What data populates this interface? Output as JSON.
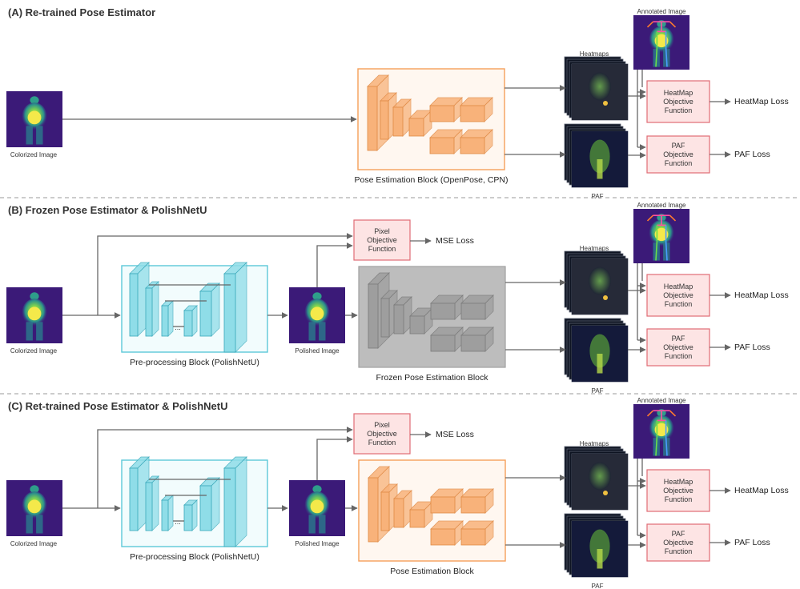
{
  "sections": [
    {
      "title": "(A) Re-trained Pose Estimator",
      "input_label": "Colorized Image",
      "block_label": "Pose Estimation Block (OpenPose, CPN)",
      "heatmaps_label": "Heatmaps",
      "paf_label": "PAF",
      "annotated_label": "Annotated Image",
      "heatmap_objective": [
        "HeatMap",
        "Objective",
        "Function"
      ],
      "heatmap_loss": "HeatMap Loss",
      "paf_objective": [
        "PAF",
        "Objective",
        "Function"
      ],
      "paf_loss": "PAF Loss"
    },
    {
      "title": "(B) Frozen Pose Estimator & PolishNetU",
      "input_label": "Colorized Image",
      "preprocess_label": "Pre-processing Block (PolishNetU)",
      "polished_label": "Polished Image",
      "pixel_objective": [
        "Pixel",
        "Objective",
        "Function"
      ],
      "mse_loss": "MSE Loss",
      "block_label": "Frozen Pose Estimation Block",
      "heatmaps_label": "Heatmaps",
      "paf_label": "PAF",
      "annotated_label": "Annotated Image",
      "heatmap_objective": [
        "HeatMap",
        "Objective",
        "Function"
      ],
      "heatmap_loss": "HeatMap Loss",
      "paf_objective": [
        "PAF",
        "Objective",
        "Function"
      ],
      "paf_loss": "PAF Loss"
    },
    {
      "title": "(C) Ret-trained Pose Estimator & PolishNetU",
      "input_label": "Colorized Image",
      "preprocess_label": "Pre-processing Block (PolishNetU)",
      "polished_label": "Polished Image",
      "pixel_objective": [
        "Pixel",
        "Objective",
        "Function"
      ],
      "mse_loss": "MSE Loss",
      "block_label": "Pose Estimation Block",
      "heatmaps_label": "Heatmaps",
      "paf_label": "PAF",
      "annotated_label": "Annotated Image",
      "heatmap_objective": [
        "HeatMap",
        "Objective",
        "Function"
      ],
      "heatmap_loss": "HeatMap Loss",
      "paf_objective": [
        "PAF",
        "Objective",
        "Function"
      ],
      "paf_loss": "PAF Loss"
    }
  ],
  "ellipsis": "...",
  "colors": {
    "orange_block_border": "#f5a05a",
    "orange_cube": "#f8b27a",
    "cyan_block_border": "#5cc8d8",
    "cyan_cube": "#8fdde8",
    "frozen_block": "#bdbdbd",
    "objective_fill": "#fde4e4",
    "objective_border": "#e06c75",
    "thermal_bg": "#3b1a78"
  }
}
